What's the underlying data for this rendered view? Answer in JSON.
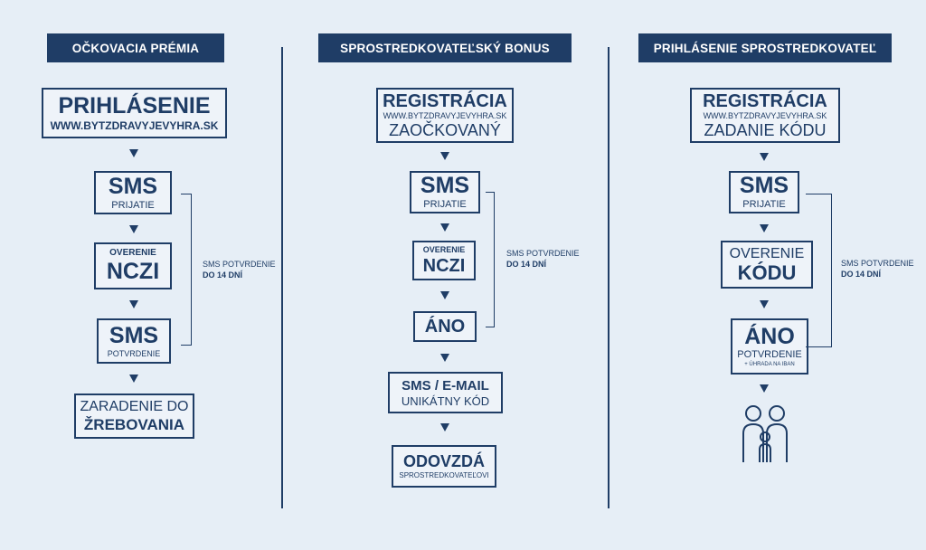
{
  "colors": {
    "primary": "#1f3d66",
    "background": "#e6eef6"
  },
  "col1": {
    "header": "OČKOVACIA PRÉMIA",
    "b1_title": "PRIHLÁSENIE",
    "b1_sub": "WWW.BYTZDRAVYJEVYHRA.SK",
    "b2_title": "SMS",
    "b2_sub": "PRIJATIE",
    "b3_top": "OVERENIE",
    "b3_title": "NCZI",
    "b4_title": "SMS",
    "b4_sub": "POTVRDENIE",
    "b5_top": "ZARADENIE DO",
    "b5_title": "ŽREBOVANIA",
    "note_line1": "SMS POTVRDENIE",
    "note_line2": "DO 14 DNÍ"
  },
  "col2": {
    "header": "SPROSTREDKOVATEĽSKÝ BONUS",
    "b1_title": "REGISTRÁCIA",
    "b1_url": "WWW.BYTZDRAVYJEVYHRA.SK",
    "b1_sub": "ZAOČKOVANÝ",
    "b2_title": "SMS",
    "b2_sub": "PRIJATIE",
    "b3_top": "OVERENIE",
    "b3_title": "NCZI",
    "b4_title": "ÁNO",
    "b5_title": "SMS / E-MAIL",
    "b5_sub": "UNIKÁTNY KÓD",
    "b6_title": "ODOVZDÁ",
    "b6_sub": "SPROSTREDKOVATEĽOVI",
    "note_line1": "SMS POTVRDENIE",
    "note_line2": "DO 14 DNÍ"
  },
  "col3": {
    "header": "PRIHLÁSENIE SPROSTREDKOVATEĽ",
    "b1_title": "REGISTRÁCIA",
    "b1_url": "WWW.BYTZDRAVYJEVYHRA.SK",
    "b1_sub": "ZADANIE KÓDU",
    "b2_title": "SMS",
    "b2_sub": "PRIJATIE",
    "b3_top": "OVERENIE",
    "b3_title": "KÓDU",
    "b4_title": "ÁNO",
    "b4_sub": "POTVRDENIE",
    "b4_sub2": "+ ÚHRADA NA IBAN",
    "icon": "family-icon",
    "note_line1": "SMS POTVRDENIE",
    "note_line2": "DO 14 DNÍ"
  }
}
